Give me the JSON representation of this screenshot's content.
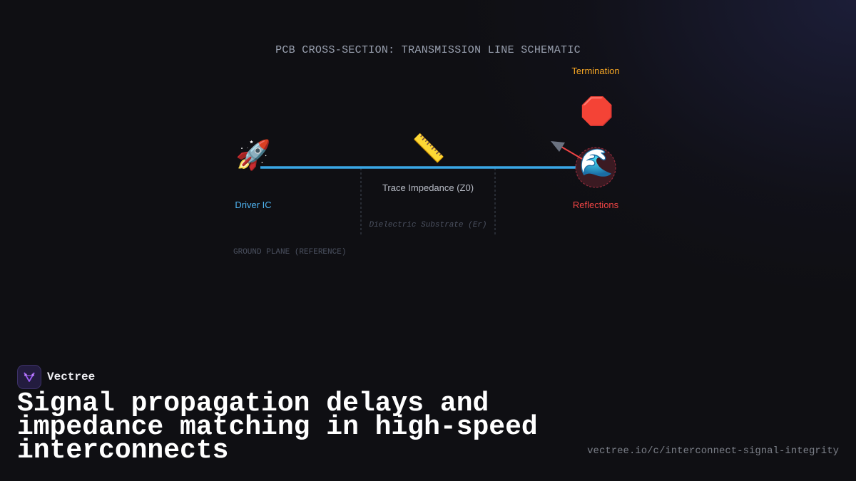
{
  "diagram": {
    "title": "PCB CROSS-SECTION: TRANSMISSION LINE SCHEMATIC",
    "nodes": {
      "driver": {
        "label": "Driver IC",
        "icon": "rocket-icon",
        "glyph": "🚀",
        "color": "#4fb3f0"
      },
      "trace": {
        "label": "Trace Impedance (Z0)",
        "icon": "ruler-icon",
        "glyph": "📏",
        "color": "#b8bcc6"
      },
      "termination": {
        "label": "Termination",
        "icon": "stop-sign-icon",
        "glyph": "🛑",
        "color": "#f5a524"
      },
      "reflections": {
        "label": "Reflections",
        "icon": "wave-icon",
        "glyph": "🌊",
        "color": "#ef4444"
      }
    },
    "dielectric_label": "Dielectric Substrate (Er)",
    "ground_label": "GROUND PLANE (REFERENCE)",
    "colors": {
      "trace_line": "#3aa7e6",
      "reflection_arrow": "#ef4444",
      "arrow_head": "#6b7280"
    }
  },
  "footer": {
    "brand_name": "Vectree",
    "headline": "Signal propagation delays and impedance matching in high-speed interconnects",
    "url": "vectree.io/c/interconnect-signal-integrity"
  }
}
